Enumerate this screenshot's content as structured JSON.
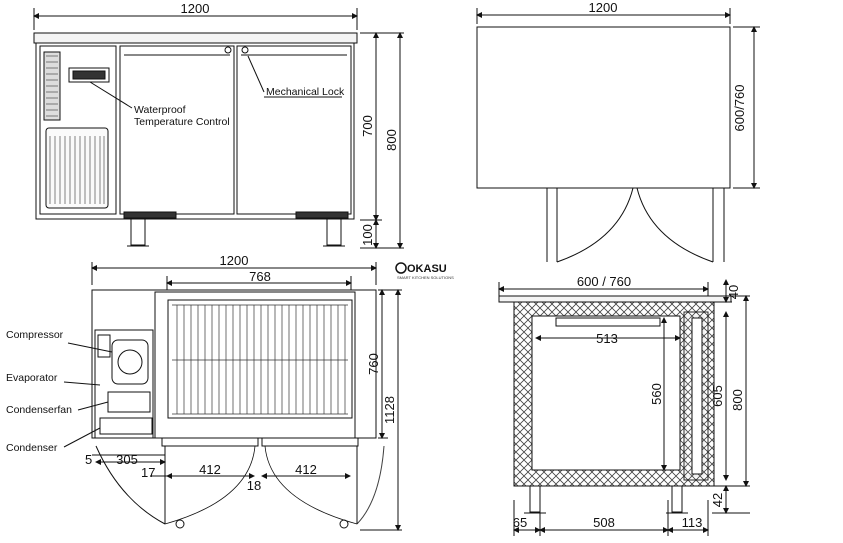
{
  "front_view": {
    "width_label": "1200",
    "height_label": "800",
    "body_height_label": "700",
    "leg_height_label": "100",
    "callout_control": [
      "Waterproof",
      "Temperature Control"
    ],
    "callout_lock": "Mechanical Lock"
  },
  "side_view": {
    "width_label": "1200",
    "depth_label": "600/760"
  },
  "top_view": {
    "width_label": "1200",
    "inner_label": "768",
    "depth_label": "760",
    "open_depth_label": "1128",
    "left_offset_label": "5",
    "machine_label": "305",
    "gap_label": "17",
    "door1_label": "412",
    "door2_label": "412",
    "mid_label": "18",
    "parts": [
      "Compressor",
      "Evaporator",
      "Condenserfan",
      "Condenser"
    ]
  },
  "section_view": {
    "depth_label": "600 / 760",
    "top_label": "40",
    "inner_width_label": "513",
    "inner_height_label": "560",
    "door_height_label": "605",
    "total_height_label": "800",
    "leg_label": "42",
    "left_label": "65",
    "bottom_label": "508",
    "right_label": "113"
  },
  "logo": {
    "brand": "OKASU",
    "tagline": "SMART KITCHEN SOLUTIONS"
  }
}
